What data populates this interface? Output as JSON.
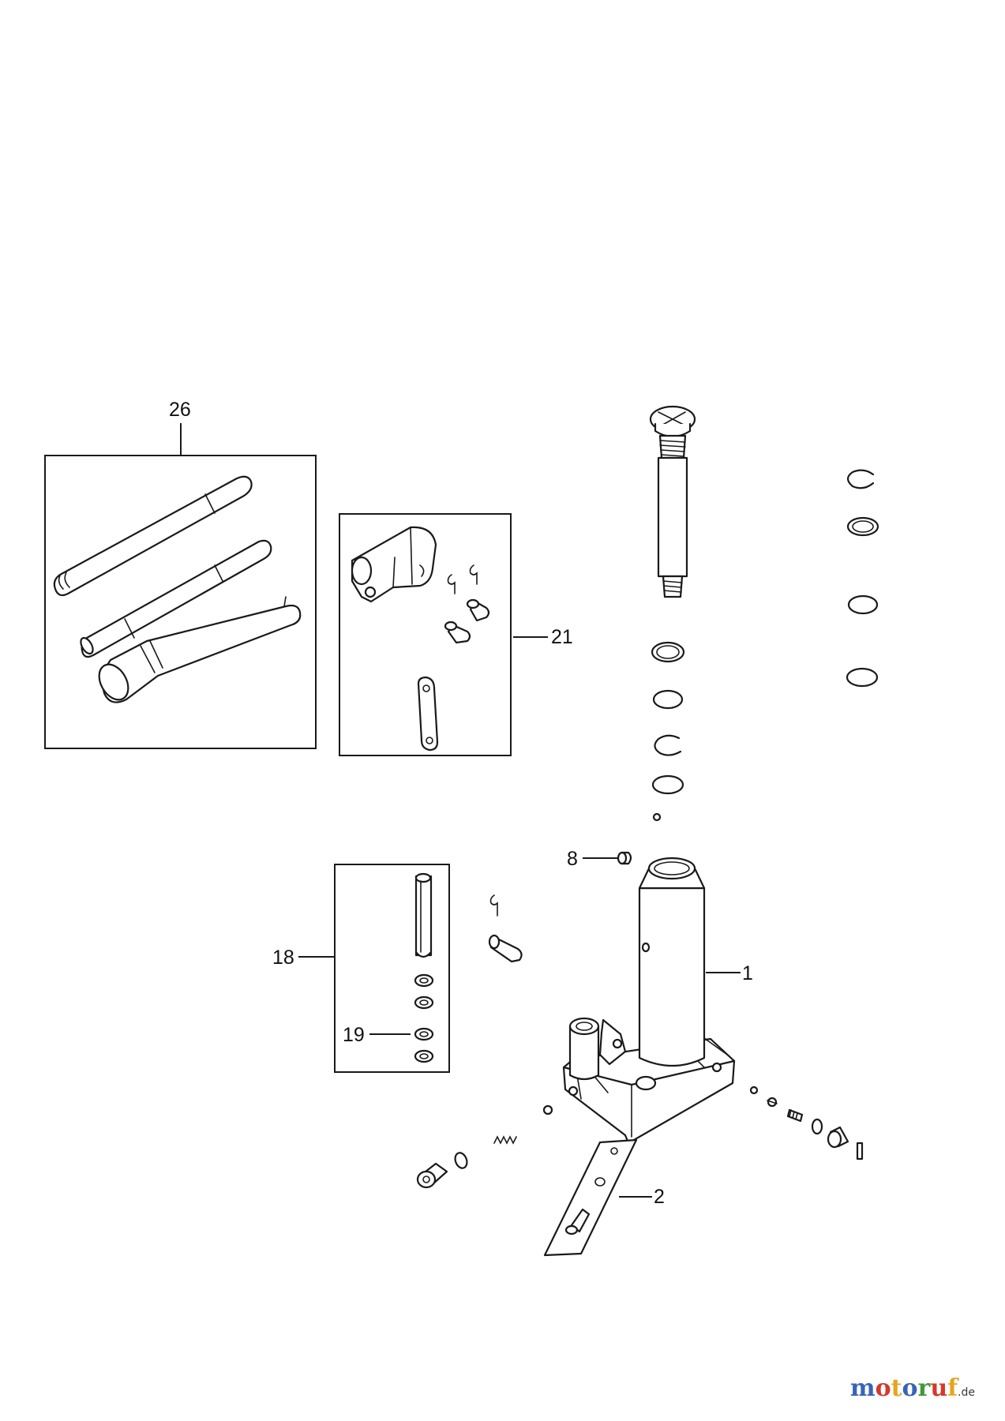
{
  "callouts": {
    "c1": "1",
    "c2": "2",
    "c8": "8",
    "c18": "18",
    "c19": "19",
    "c21": "21",
    "c26": "26"
  },
  "watermark": {
    "letters": [
      "m",
      "o",
      "t",
      "o",
      "r",
      "u",
      "f"
    ],
    "colors": [
      "#3a63b8",
      "#d23a2a",
      "#e6a421",
      "#3a63b8",
      "#3f9a3b",
      "#d23a2a",
      "#e6a421"
    ],
    "suffix": ".de"
  }
}
